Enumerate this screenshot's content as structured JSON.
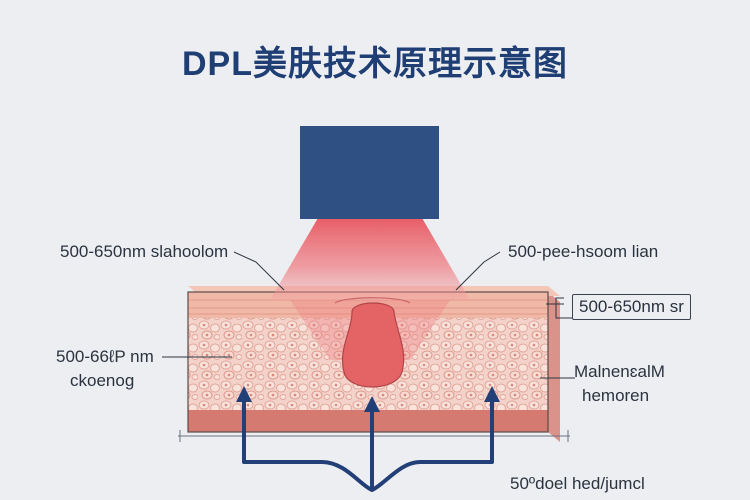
{
  "title": "DPL美肤技术原理示意图",
  "labels": {
    "top_left": "500-650nm slahoolom",
    "top_right": "500-pee-hsoom lian",
    "right_boxed": "500-650nm sr",
    "left_mid_line1": "500-66ℓP nm",
    "left_mid_line2": "ckoenog",
    "right_mid_line1": "MalnenɛalM",
    "right_mid_line2": "hemoren",
    "bottom": "50ºdoel hed/jumcl"
  },
  "icons": {
    "light_source": "light-source-box",
    "arrows": "up-arrow-icon"
  },
  "colors": {
    "title": "#1f3e74",
    "source": "#2f5082",
    "beam": "#e8555f",
    "skin_top": "#f1b8a8",
    "tissue": "#f2cfc4",
    "dermis": "#d77c72",
    "arrow": "#233f78"
  }
}
